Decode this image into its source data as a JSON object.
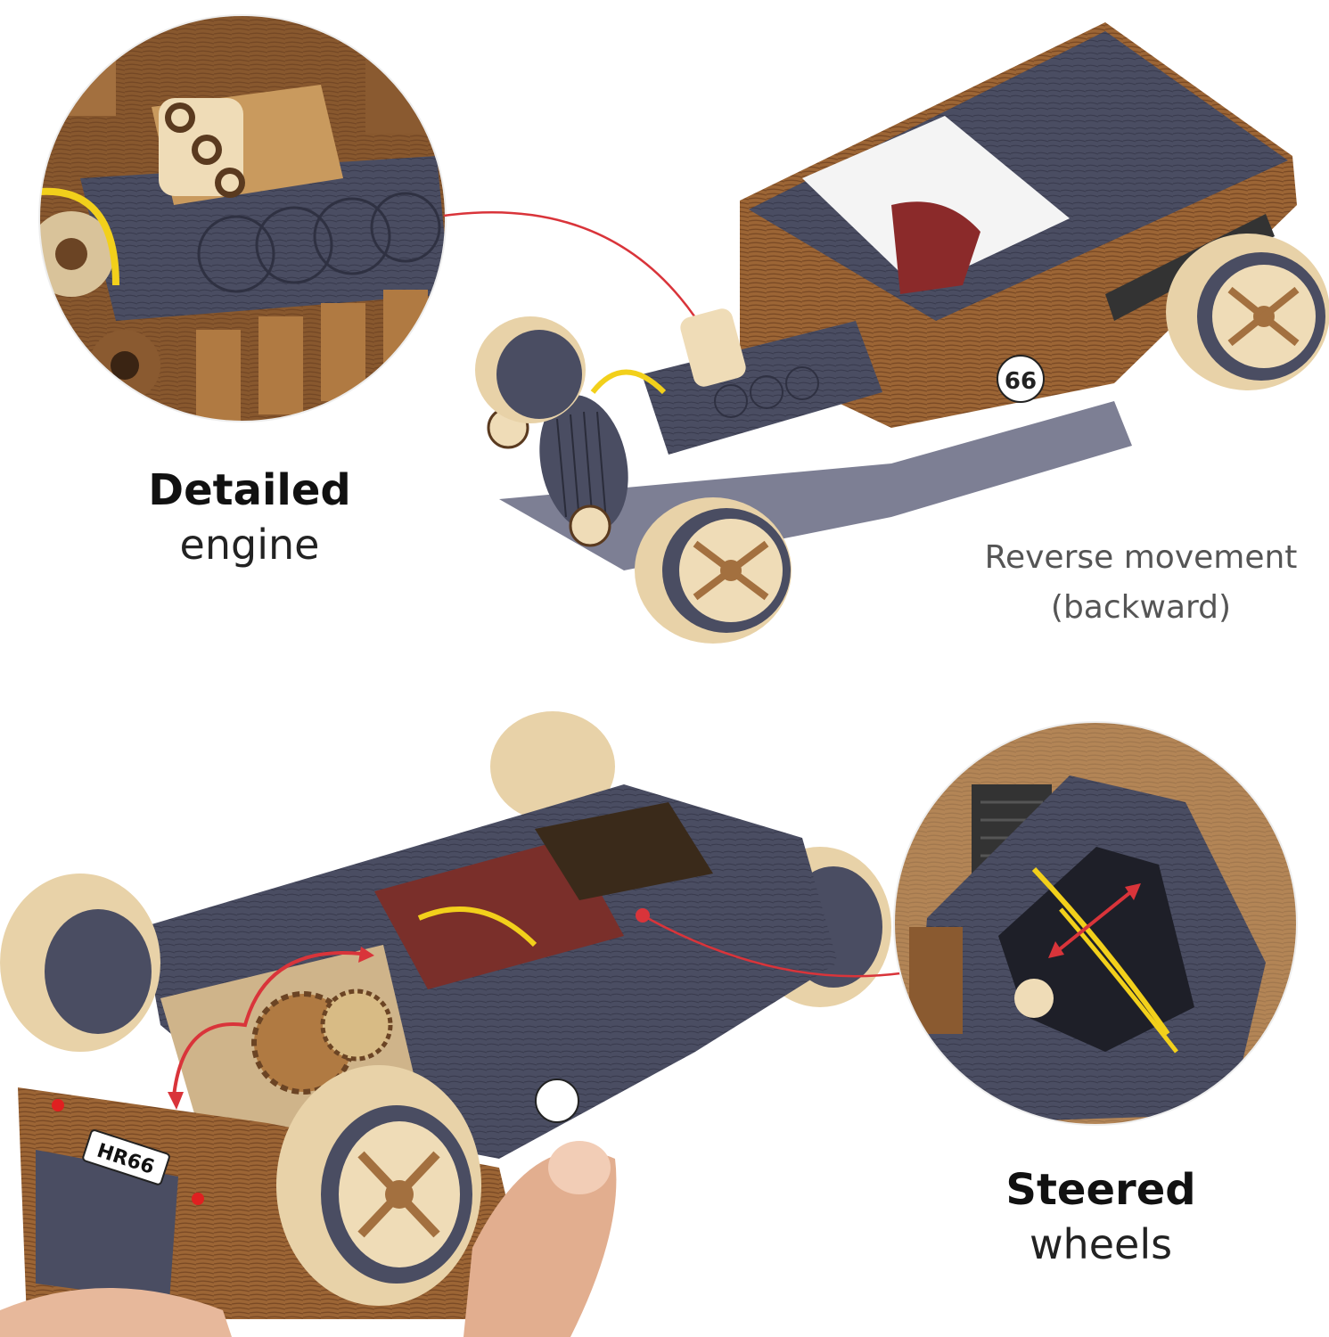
{
  "labels": {
    "engine": {
      "bold": "Detailed",
      "light": "engine"
    },
    "reverse": {
      "line1": "Reverse movement",
      "line2": "(backward)"
    },
    "steer": {
      "bold": "Steered",
      "light": "wheels"
    },
    "car_number": "66",
    "plate": "HR66"
  },
  "colors": {
    "callout_line": "#d9343a",
    "wood": "#a8703c",
    "dark_panel": "#4a4d62",
    "light_wood": "#efdcb7",
    "wire": "#f2d01b"
  }
}
